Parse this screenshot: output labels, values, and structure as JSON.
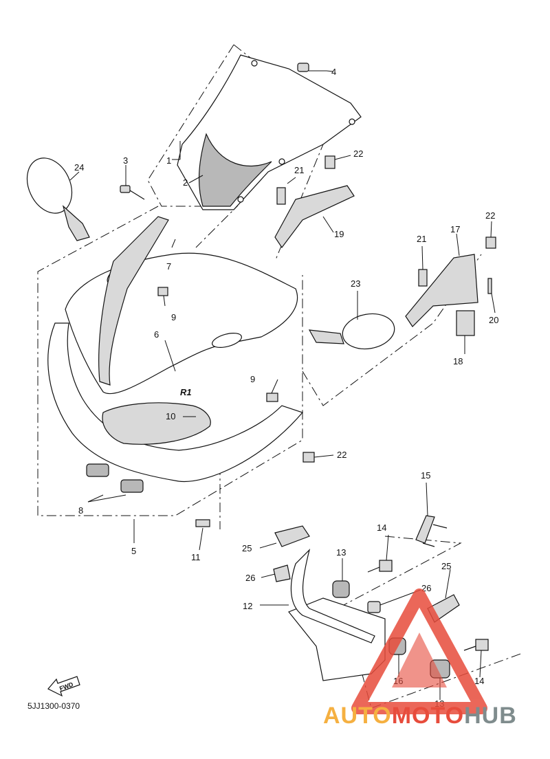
{
  "diagram": {
    "code": "5JJ1300-0370",
    "direction_label": "FWD",
    "parts": [
      {
        "ref": "1"
      },
      {
        "ref": "2"
      },
      {
        "ref": "3"
      },
      {
        "ref": "4"
      },
      {
        "ref": "5"
      },
      {
        "ref": "6"
      },
      {
        "ref": "7"
      },
      {
        "ref": "8"
      },
      {
        "ref": "9"
      },
      {
        "ref": "9b",
        "label": "9"
      },
      {
        "ref": "10"
      },
      {
        "ref": "11"
      },
      {
        "ref": "12"
      },
      {
        "ref": "13"
      },
      {
        "ref": "13b",
        "label": "13"
      },
      {
        "ref": "14"
      },
      {
        "ref": "14b",
        "label": "14"
      },
      {
        "ref": "15"
      },
      {
        "ref": "16"
      },
      {
        "ref": "17"
      },
      {
        "ref": "18"
      },
      {
        "ref": "19"
      },
      {
        "ref": "20"
      },
      {
        "ref": "21"
      },
      {
        "ref": "21b",
        "label": "21"
      },
      {
        "ref": "22"
      },
      {
        "ref": "22b",
        "label": "22"
      },
      {
        "ref": "22c",
        "label": "22"
      },
      {
        "ref": "23"
      },
      {
        "ref": "24"
      },
      {
        "ref": "25"
      },
      {
        "ref": "25b",
        "label": "25"
      },
      {
        "ref": "26"
      },
      {
        "ref": "26b",
        "label": "26"
      }
    ],
    "fairing_badge": "R1"
  },
  "watermark": {
    "text_part1": "AUTO",
    "text_part2": "MOTO",
    "text_part3": "HUB",
    "color1": "#f5b041",
    "color2": "#e74c3c",
    "color3": "#7f8c8d"
  }
}
